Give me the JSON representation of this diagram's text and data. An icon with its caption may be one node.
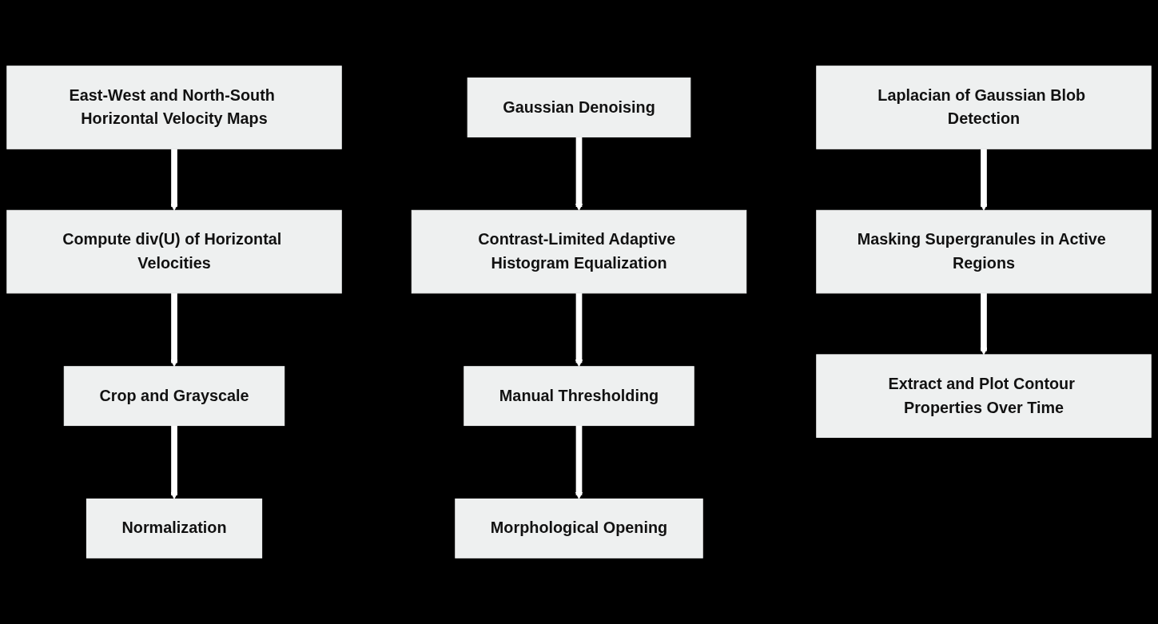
{
  "diagram": {
    "nodes": [
      {
        "text": [
          "East-West and North-South Horizontal Velocity Maps"
        ]
      },
      {
        "text": [
          "Compute div(U) of Horizontal Velocities"
        ]
      },
      {
        "text": [
          "Crop and Grayscale"
        ]
      },
      {
        "text": [
          "Normalization"
        ]
      },
      {
        "text": [
          "Gaussian Denoising"
        ]
      },
      {
        "text": [
          "Contrast-Limited Adaptive Histogram Equalization"
        ]
      },
      {
        "text": [
          "Manual Thresholding"
        ]
      },
      {
        "text": [
          "Morphological Opening"
        ]
      },
      {
        "text": [
          "Laplacian of Gaussian Blob Detection"
        ]
      },
      {
        "text": [
          "Masking Supergranules in Active Regions"
        ]
      },
      {
        "text": [
          "Extract and Plot Contour Properties Over Time"
        ]
      }
    ],
    "edges": [
      {
        "from": 0,
        "to": 1,
        "arrow": "to"
      },
      {
        "from": 1,
        "to": 2,
        "arrow": "to"
      },
      {
        "from": 2,
        "to": 3,
        "arrow": "to"
      },
      {
        "from": 4,
        "to": 5,
        "arrow": "to"
      },
      {
        "from": 5,
        "to": 6,
        "arrow": "to"
      },
      {
        "from": 6,
        "to": 7,
        "arrow": "to"
      },
      {
        "from": 8,
        "to": 9,
        "arrow": "to"
      },
      {
        "from": 9,
        "to": 10,
        "arrow": "to"
      }
    ]
  }
}
